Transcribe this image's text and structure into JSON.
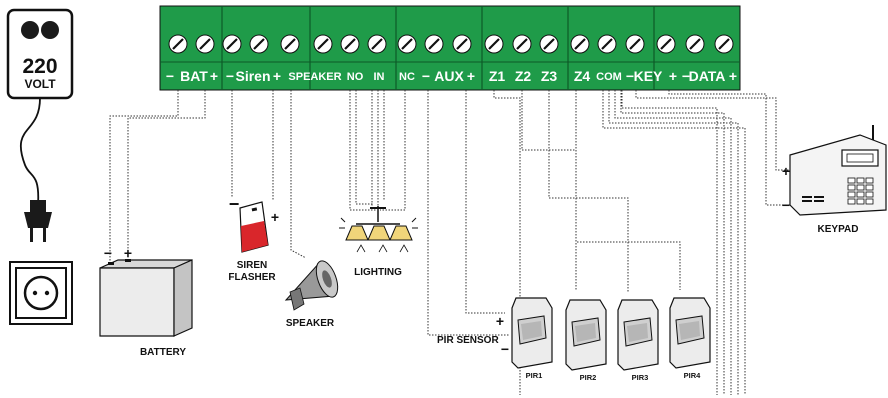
{
  "power": {
    "voltage": "220",
    "unit": "VOLT"
  },
  "terminal_labels": {
    "bat": "BAT",
    "siren": "Siren",
    "speaker": "SPEAKER",
    "no": "NO",
    "in": "IN",
    "nc": "NC",
    "aux": "AUX",
    "z1": "Z1",
    "z2": "Z2",
    "z3": "Z3",
    "z4": "Z4",
    "com": "COM",
    "key": "KEY",
    "data": "DATA"
  },
  "polarity": {
    "plus": "+",
    "minus": "−"
  },
  "devices": {
    "battery": "BATTERY",
    "siren_line1": "SIREN",
    "siren_line2": "FLASHER",
    "speaker": "SPEAKER",
    "lighting": "LIGHTING",
    "pir_sensor": "PIR SENSOR",
    "keypad": "KEYPAD",
    "pirs": [
      "PIR1",
      "PIR2",
      "PIR3",
      "PIR4"
    ]
  },
  "colors": {
    "terminal_green": "#1f9b49",
    "wire": "#333333"
  }
}
